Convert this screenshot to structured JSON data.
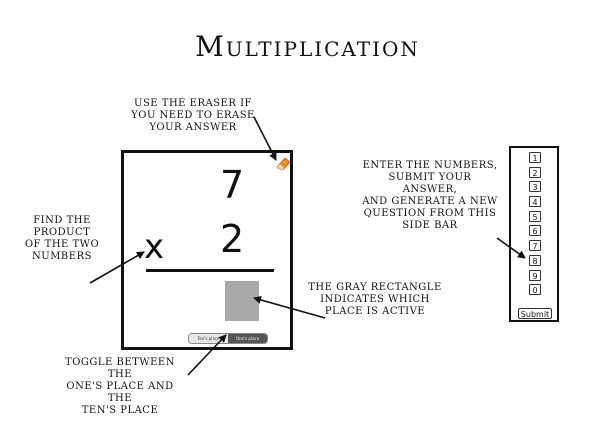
{
  "title": "Multiplication",
  "annotations": {
    "eraser": [
      "Use the eraser if",
      "you need to erase",
      "your answer"
    ],
    "product": [
      "Find the",
      "product",
      "of the two",
      "numbers"
    ],
    "gray": [
      "The gray rectangle",
      "indicates which",
      "place is active"
    ],
    "toggle": [
      "Toggle between the",
      "one's place and the",
      "ten's place"
    ],
    "sidebar": [
      "Enter the numbers,",
      "submit your answer,",
      "and generate a new",
      "question from this",
      "side bar"
    ]
  },
  "problem": {
    "top": "7",
    "bottom": "2",
    "operator": "x"
  },
  "toggle": {
    "tens_label": "Ten's place",
    "ones_label": "One's place",
    "selected": "ones"
  },
  "sidebar": {
    "numbers": [
      "1",
      "2",
      "3",
      "4",
      "5",
      "6",
      "7",
      "8",
      "9",
      "0"
    ],
    "submit_label": "Submit"
  },
  "icons": {
    "eraser": "eraser-icon"
  },
  "colors": {
    "active_slot": "#a8a8a8",
    "eraser": "#f08a1c"
  }
}
